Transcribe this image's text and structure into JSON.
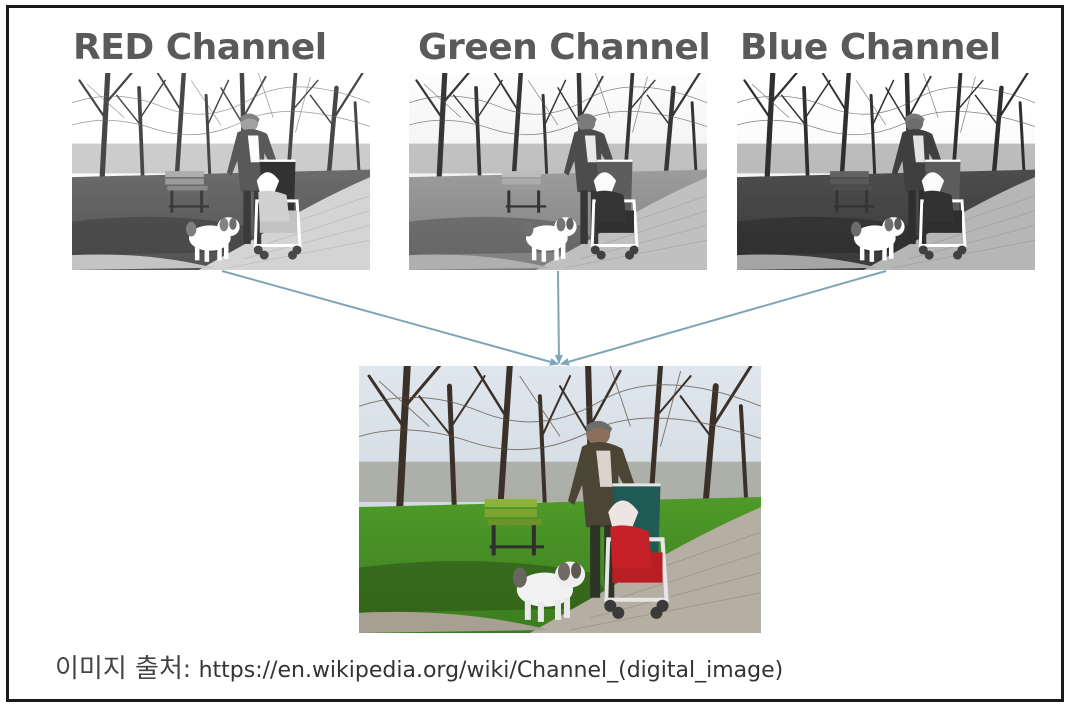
{
  "channels": {
    "red": {
      "title": "RED Channel",
      "filter": "gray-red"
    },
    "green": {
      "title": "Green Channel",
      "filter": "gray-green"
    },
    "blue": {
      "title": "Blue Channel",
      "filter": "gray-blue"
    }
  },
  "combined": {
    "filter": "color"
  },
  "caption": {
    "label": "이미지 출처",
    "separator": ":",
    "url": "https://en.wikipedia.org/wiki/Channel_(digital_image)"
  },
  "colors": {
    "title": "#5a5a5a",
    "arrow": "#7fa6b8",
    "frame": "#1a1a1a"
  }
}
